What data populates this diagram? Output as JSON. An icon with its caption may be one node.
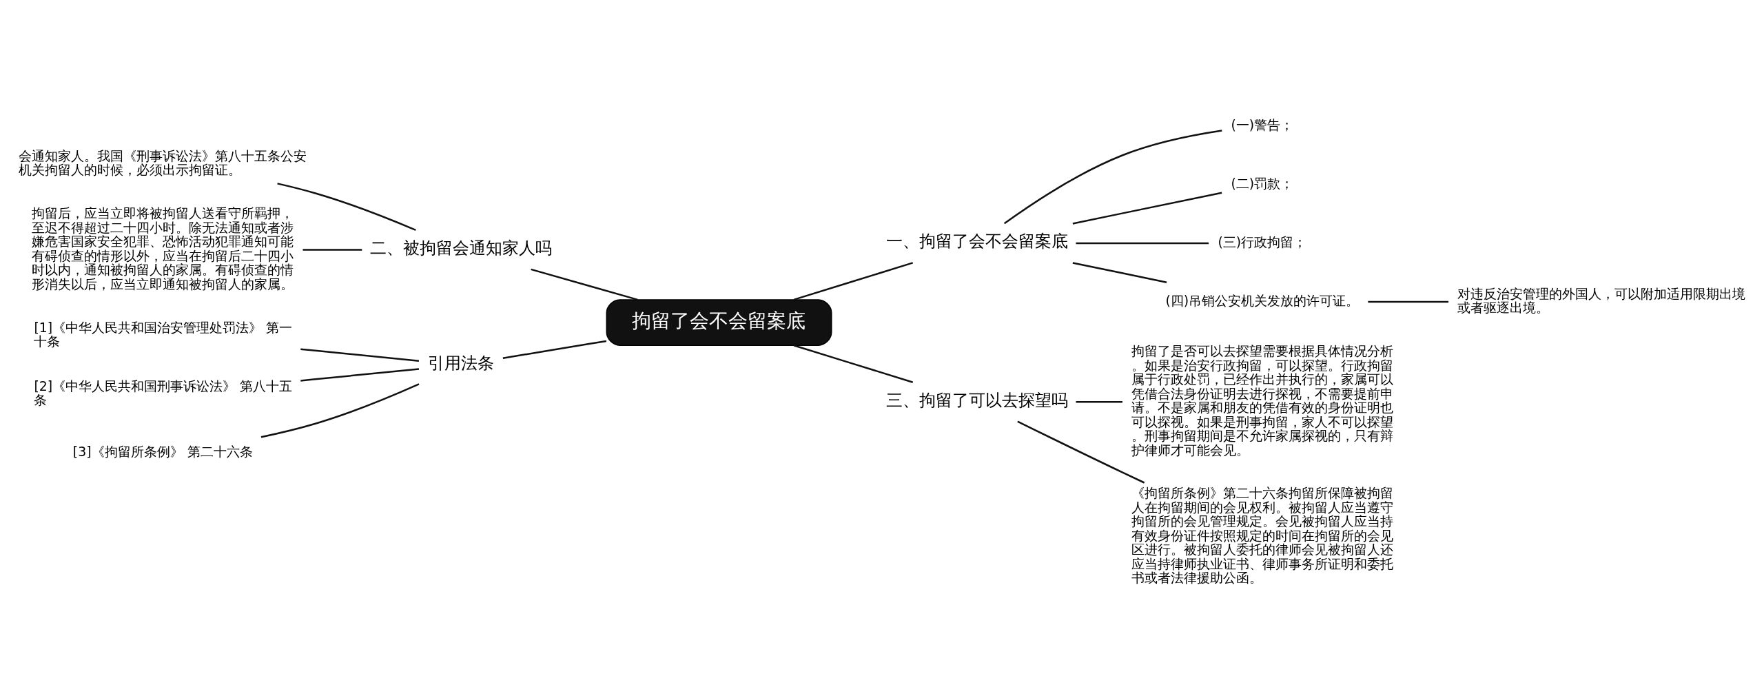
{
  "diagram": {
    "nodes": [
      {
        "text": [
          "拘留了会不会留案底"
        ]
      },
      {
        "text": [
          "一、拘留了会不会留案底"
        ]
      },
      {
        "text": [
          "(一)警告；"
        ]
      },
      {
        "text": [
          "(二)罚款；"
        ]
      },
      {
        "text": [
          "(三)行政拘留；"
        ]
      },
      {
        "text": [
          "(四)吊销公安机关发放的许可证。"
        ]
      },
      {
        "text": [
          "对违反治安管理的外国人，可以附加适用限期出境或者驱逐出境。"
        ]
      },
      {
        "text": [
          "二、被拘留会通知家人吗"
        ]
      },
      {
        "text": [
          "会通知家人。我国《刑事诉讼法》第八十五条公安机关拘留人的时候，必须出示拘留证。"
        ]
      },
      {
        "text": [
          "拘留后，应当立即将被拘留人送看守所羁押，至迟不得超过二十四小时。除无法通知或者涉嫌危害国家安全犯罪、恐怖活动犯罪通知可能有碍侦查的情形以外，应当在拘留后二十四小时以内，通知被拘留人的家属。有碍侦查的情形消失以后，应当立即通知被拘留人的家属。"
        ]
      },
      {
        "text": [
          "三、拘留了可以去探望吗"
        ]
      },
      {
        "text": [
          "拘留了是否可以去探望需要根据具体情况分析。如果是治安行政拘留，可以探望。行政拘留属于行政处罚，已经作出并执行的，家属可以凭借合法身份证明去进行探视，不需要提前申请。不是家属和朋友的凭借有效的身份证明也可以探视。如果是刑事拘留，家人不可以探望。刑事拘留期间是不允许家属探视的，只有辩护律师才可能会见。"
        ]
      },
      {
        "text": [
          "《拘留所条例》第二十六条拘留所保障被拘留人在拘留期间的会见权利。被拘留人应当遵守拘留所的会见管理规定。会见被拘留人应当持有效身份证件按照规定的时间在拘留所的会见区进行。被拘留人委托的律师会见被拘留人还应当持律师执业证书、律师事务所证明和委托书或者法律援助公函。"
        ]
      },
      {
        "text": [
          "引用法条"
        ]
      },
      {
        "text": [
          "[1]《中华人民共和国治安管理处罚法》 第一十条"
        ]
      },
      {
        "text": [
          "[2]《中华人民共和国刑事诉讼法》 第八十五条"
        ]
      },
      {
        "text": [
          "[3]《拘留所条例》 第二十六条"
        ]
      }
    ],
    "edges": [
      {
        "from": 0,
        "to": 1,
        "arrow": "none"
      },
      {
        "from": 1,
        "to": 2,
        "arrow": "none"
      },
      {
        "from": 1,
        "to": 3,
        "arrow": "none"
      },
      {
        "from": 1,
        "to": 4,
        "arrow": "none"
      },
      {
        "from": 1,
        "to": 5,
        "arrow": "none"
      },
      {
        "from": 5,
        "to": 6,
        "arrow": "none"
      },
      {
        "from": 0,
        "to": 7,
        "arrow": "none"
      },
      {
        "from": 7,
        "to": 8,
        "arrow": "none"
      },
      {
        "from": 7,
        "to": 9,
        "arrow": "none"
      },
      {
        "from": 0,
        "to": 10,
        "arrow": "none"
      },
      {
        "from": 10,
        "to": 11,
        "arrow": "none"
      },
      {
        "from": 10,
        "to": 12,
        "arrow": "none"
      },
      {
        "from": 0,
        "to": 13,
        "arrow": "none"
      },
      {
        "from": 13,
        "to": 14,
        "arrow": "none"
      },
      {
        "from": 13,
        "to": 15,
        "arrow": "none"
      },
      {
        "from": 13,
        "to": 16,
        "arrow": "none"
      }
    ]
  }
}
